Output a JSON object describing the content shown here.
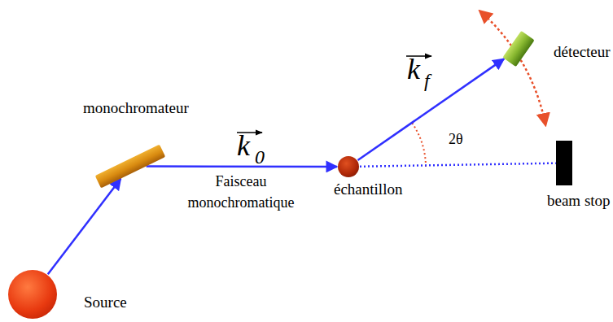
{
  "diagram": {
    "nodes": [
      {
        "text": [
          "Source"
        ]
      },
      {
        "text": [
          "monochromateur"
        ]
      },
      {
        "text": [
          "échantillon"
        ]
      },
      {
        "text": [
          "détecteur"
        ]
      },
      {
        "text": [
          "beam stop"
        ]
      }
    ],
    "edges": [
      {
        "from": 0,
        "to": 1,
        "arrow": "to"
      },
      {
        "from": 1,
        "to": 2,
        "arrow": "to",
        "label": "Faisceau monochromatique"
      },
      {
        "from": 2,
        "to": 3,
        "arrow": "to"
      },
      {
        "from": 2,
        "to": 4,
        "arrow": "none"
      }
    ],
    "labels": [
      "k",
      "0",
      "k",
      "f",
      "2θ"
    ]
  }
}
